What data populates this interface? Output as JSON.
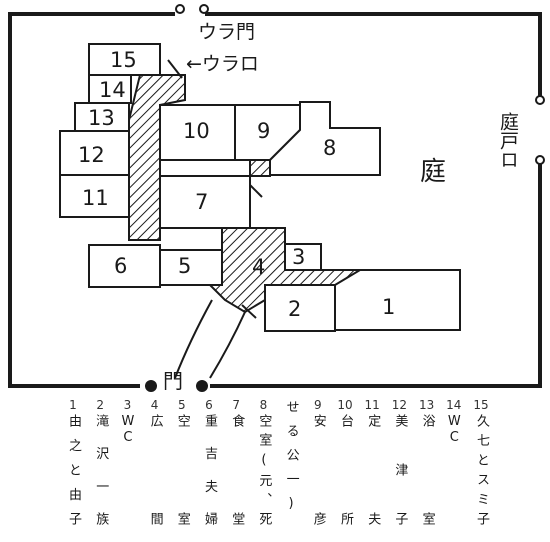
{
  "site_labels": {
    "ura_mon": "ウラ門",
    "ura_guchi": "←ウラロ",
    "niwa": "庭",
    "niwa_guchi": "庭戸ロ",
    "mon": "門"
  },
  "rooms": [
    {
      "number": "1",
      "name": "由之と由子"
    },
    {
      "number": "2",
      "name": "滝沢一族"
    },
    {
      "number": "3",
      "name": "WC"
    },
    {
      "number": "4",
      "name": "広間"
    },
    {
      "number": "5",
      "name": "空室"
    },
    {
      "number": "6",
      "name": "重吉夫婦"
    },
    {
      "number": "7",
      "name": "食堂"
    },
    {
      "number": "8",
      "name": "空室(元、死"
    },
    {
      "number": "",
      "name": "せる公一)"
    },
    {
      "number": "9",
      "name": "安彦"
    },
    {
      "number": "10",
      "name": "台所"
    },
    {
      "number": "11",
      "name": "定夫"
    },
    {
      "number": "12",
      "name": "美津子"
    },
    {
      "number": "13",
      "name": "浴室"
    },
    {
      "number": "14",
      "name": "WC"
    },
    {
      "number": "15",
      "name": "久七とスミ子"
    }
  ],
  "colors": {
    "ink": "#1a1a1a",
    "paper": "#ffffff"
  }
}
